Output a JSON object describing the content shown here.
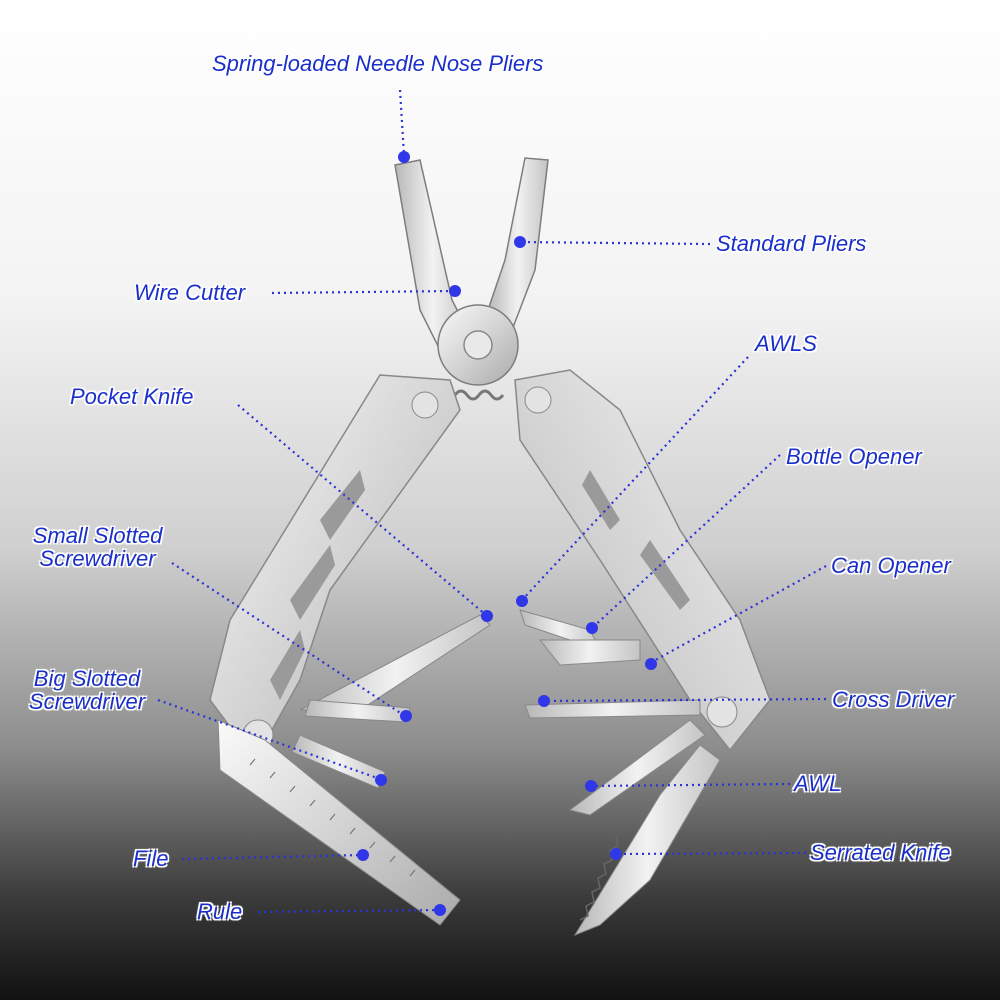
{
  "colors": {
    "label_text": "#1a2fc9",
    "leader_line": "#2a34d6",
    "marker_dot": "#2f37e8",
    "steel_light": "#eeeeee",
    "steel_dark": "#9a9a9a"
  },
  "diagram": {
    "labels": [
      {
        "id": "needle-nose-pliers",
        "text": "Spring-loaded Needle Nose Pliers"
      },
      {
        "id": "standard-pliers",
        "text": "Standard Pliers"
      },
      {
        "id": "wire-cutter",
        "text": "Wire Cutter"
      },
      {
        "id": "awls",
        "text": "AWLS"
      },
      {
        "id": "pocket-knife",
        "text": "Pocket Knife"
      },
      {
        "id": "bottle-opener",
        "text": "Bottle Opener"
      },
      {
        "id": "small-slotted-screwdriver",
        "lines": [
          "Small Slotted",
          "Screwdriver"
        ]
      },
      {
        "id": "can-opener",
        "text": "Can Opener"
      },
      {
        "id": "big-slotted-screwdriver",
        "lines": [
          "Big Slotted",
          "Screwdriver"
        ]
      },
      {
        "id": "cross-driver",
        "text": "Cross Driver"
      },
      {
        "id": "awl",
        "text": "AWL"
      },
      {
        "id": "serrated-knife",
        "text": "Serrated Knife"
      },
      {
        "id": "file",
        "text": "File"
      },
      {
        "id": "rule",
        "text": "Rule"
      }
    ]
  }
}
